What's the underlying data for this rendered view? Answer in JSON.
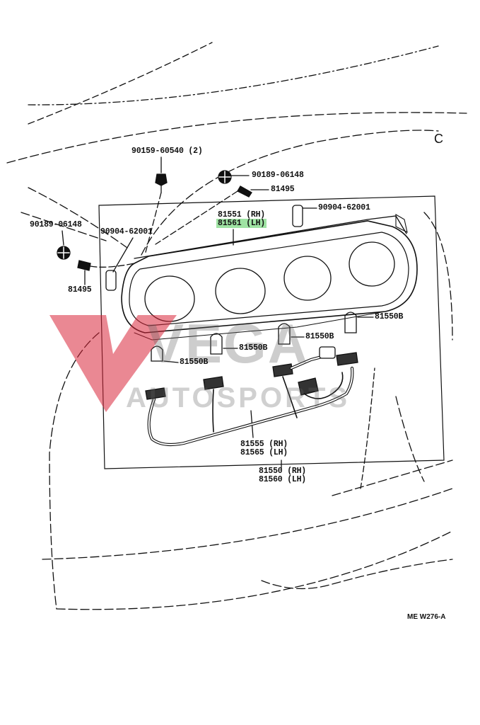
{
  "callouts": {
    "c1": "90159-60540 (2)",
    "c2": "90189-06148",
    "c3": "81495",
    "c4": "90904-62001",
    "c5": "81551 (RH)",
    "c6": "81561 (LH)",
    "c7": "90189-06148",
    "c8": "90904-62001",
    "c9": "81495",
    "c10": "81550B",
    "c11": "81550B",
    "c12": "81550B",
    "c13": "81550B",
    "c14": "81555 (RH)",
    "c15": "81565 (LH)",
    "c16": "81550 (RH)",
    "c17": "81560 (LH)"
  },
  "reference_code": "ME W276-A",
  "corner_letter": "C",
  "watermark": {
    "line1": "VEGA",
    "line2": "AUTOSPORTS",
    "logo": "vega-v-logo"
  },
  "colors": {
    "ink": "#111111",
    "highlight": "#9fe3a3",
    "watermark_red": "#d9263a",
    "watermark_gray": "#8a8a8a"
  }
}
